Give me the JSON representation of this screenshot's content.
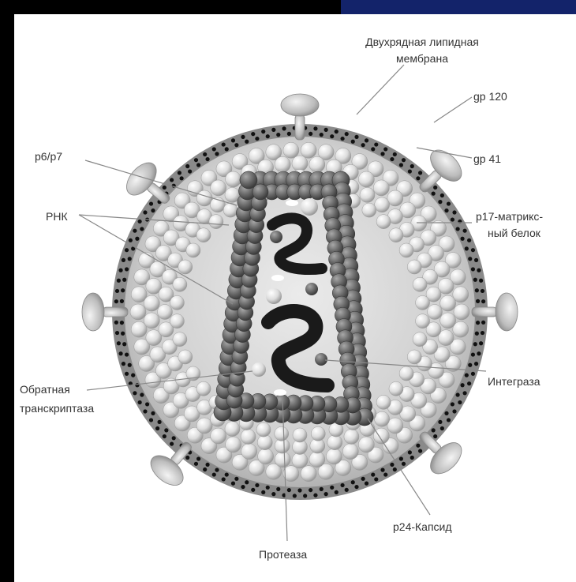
{
  "labels": {
    "membrane_line1": "Двухрядная липидная",
    "membrane_line2": "мембрана",
    "gp120": "gp 120",
    "gp41": "gp 41",
    "p6p7": "p6/p7",
    "rna": "РНК",
    "matrix_line1": "p17-матрикс-",
    "matrix_line2": "ный белок",
    "integrase": "Интеграза",
    "rt_line1": "Обратная",
    "rt_line2": "транскриптаза",
    "capsid": "p24-Капсид",
    "protease": "Протеаза"
  },
  "colors": {
    "page_background": "#000000",
    "header_accent": "#13236a",
    "panel": "#ffffff",
    "membrane_band": "#8a8a8a",
    "membrane_dots": "#111111",
    "virion_interior": "#c8c8c8",
    "matrix_sphere": "#e6e6e6",
    "capsid_sphere": "#6e6e6e",
    "rna_strand": "#1a1a1a",
    "glycoprotein": "#bdbdbd"
  }
}
